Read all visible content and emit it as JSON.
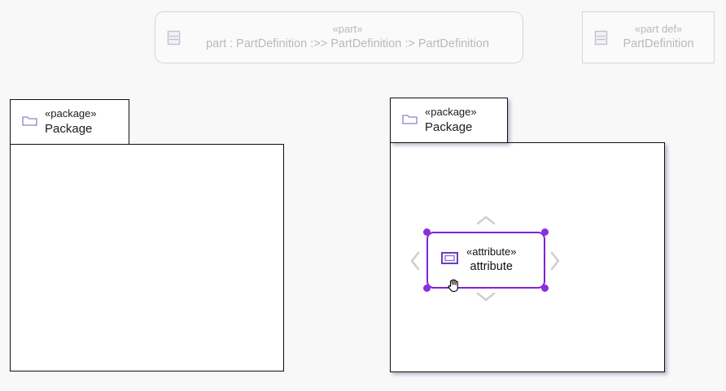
{
  "canvas": {
    "background": "#f8f8f8",
    "accent_color": "#7d23d6",
    "handle_color": "#8b2ee0",
    "chevron_color": "#cfcfcf",
    "palette_text_color": "#b9b9bd",
    "shape_text_color": "#1c1c1c"
  },
  "palette": {
    "items": [
      {
        "id": "part",
        "icon": "part-icon",
        "stereotype": "«part»",
        "name": "part : PartDefinition :>> PartDefinition :> PartDefinition",
        "shape": "rounded-rectangle"
      },
      {
        "id": "part-def",
        "icon": "part-def-icon",
        "stereotype": "«part def»",
        "name": "PartDefinition",
        "shape": "rectangle"
      }
    ]
  },
  "diagram": {
    "packages": [
      {
        "id": "package-left",
        "icon": "package-folder-icon",
        "stereotype": "«package»",
        "name": "Package",
        "selected": false
      },
      {
        "id": "package-right",
        "icon": "package-folder-icon",
        "stereotype": "«package»",
        "name": "Package",
        "selected": false
      }
    ],
    "selected_node": {
      "id": "attribute-node",
      "icon": "attribute-icon",
      "stereotype": "«attribute»",
      "name": "attribute",
      "selected": true,
      "handles": [
        "top-left",
        "top-right",
        "bottom-left",
        "bottom-right"
      ],
      "direction_arrows": [
        "up",
        "down",
        "left",
        "right"
      ]
    },
    "cursor": "grab-hand-cursor"
  }
}
